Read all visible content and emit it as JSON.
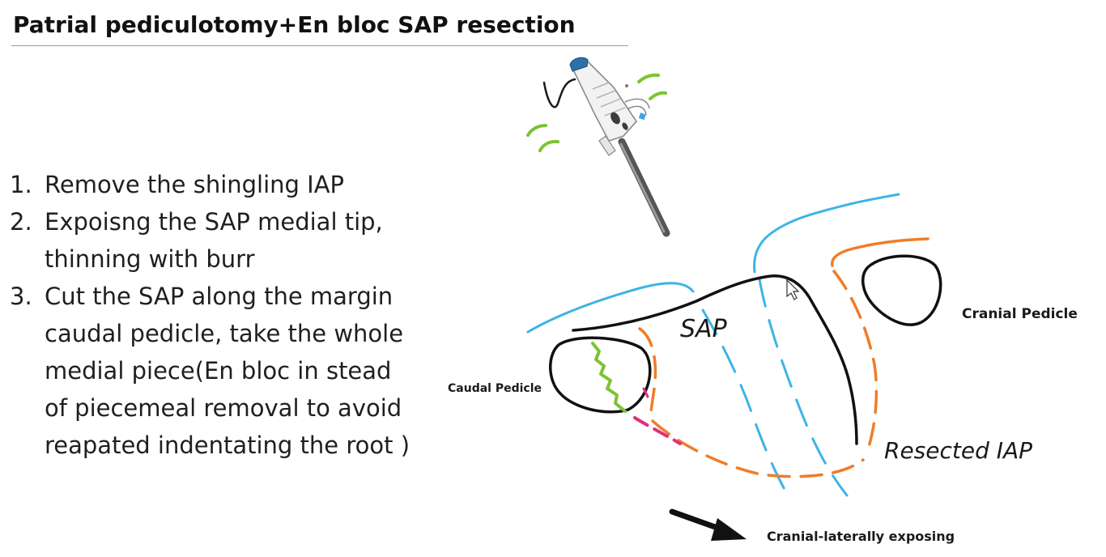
{
  "slide": {
    "title": "Patrial pediculotomy+En bloc SAP resection",
    "steps": [
      {
        "number": "1.",
        "lines": [
          "Remove the shingling IAP"
        ]
      },
      {
        "number": "2.",
        "lines": [
          "Expoisng the SAP medial tip,",
          "thinning with burr"
        ]
      },
      {
        "number": "3.",
        "lines": [
          "Cut the SAP along the margin",
          "caudal pedicle, take the whole",
          "medial piece(En bloc in stead",
          "of piecemeal removal to avoid",
          "reapated  indentating the root )"
        ]
      }
    ]
  },
  "diagram": {
    "labels": {
      "sap": "SAP",
      "cranial_pedicle": "Cranial Pedicle",
      "caudal_pedicle": "Caudal Pedicle",
      "resected_iap": "Resected IAP",
      "arrow_caption": "Cranial-laterally exposing"
    },
    "colors": {
      "bone_outline": "#111111",
      "dura_margin": "#3cb4e6",
      "iap_margin": "#f07c2a",
      "cut_line": "#e0307a",
      "burr_path": "#7cc332"
    },
    "icons": [
      "endoscope-icon",
      "cursor-arrow-icon",
      "direction-arrow-icon"
    ]
  }
}
